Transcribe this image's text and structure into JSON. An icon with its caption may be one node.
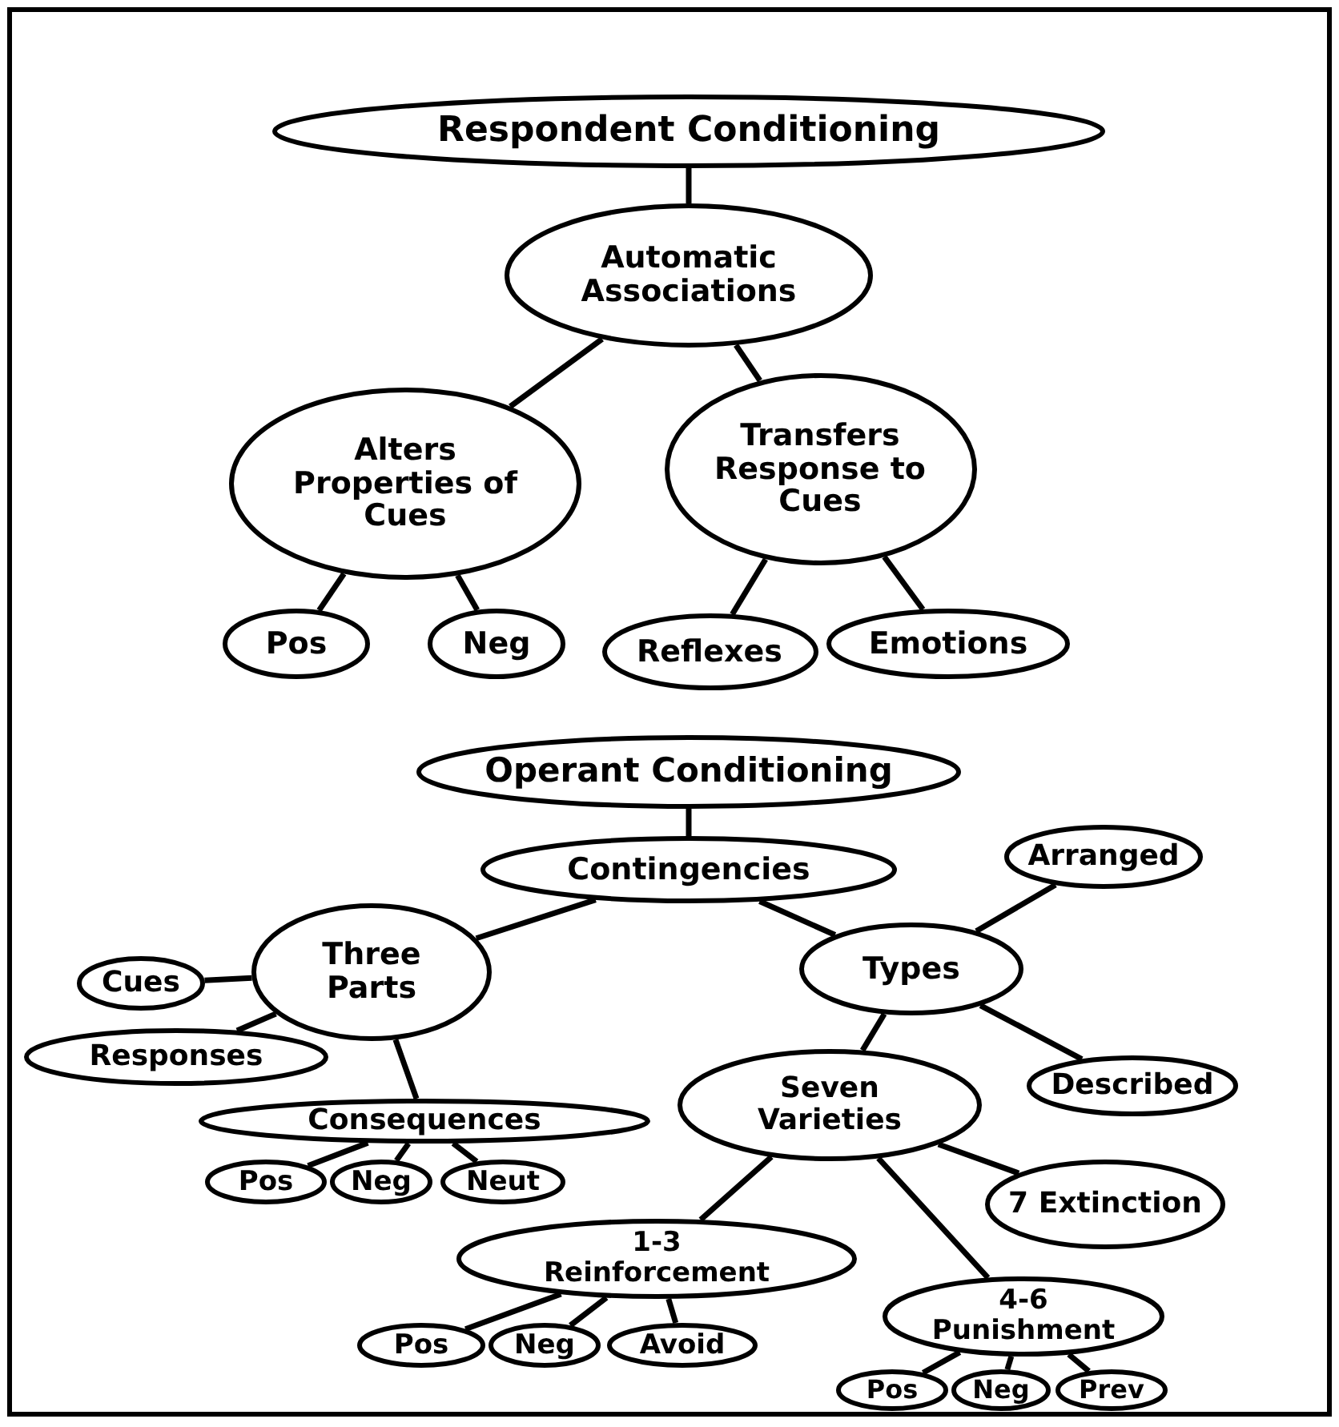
{
  "diagram": {
    "nodes": [
      {
        "text": [
          "Respondent Conditioning"
        ]
      },
      {
        "text": [
          "Automatic Associations"
        ]
      },
      {
        "text": [
          "Alters Properties of Cues"
        ]
      },
      {
        "text": [
          "Transfers Response to Cues"
        ]
      },
      {
        "text": [
          "Pos"
        ]
      },
      {
        "text": [
          "Neg"
        ]
      },
      {
        "text": [
          "Reflexes"
        ]
      },
      {
        "text": [
          "Emotions"
        ]
      },
      {
        "text": [
          "Operant Conditioning"
        ]
      },
      {
        "text": [
          "Contingencies"
        ]
      },
      {
        "text": [
          "Arranged"
        ]
      },
      {
        "text": [
          "Three Parts"
        ]
      },
      {
        "text": [
          "Types"
        ]
      },
      {
        "text": [
          "Cues"
        ]
      },
      {
        "text": [
          "Responses"
        ]
      },
      {
        "text": [
          "Described"
        ]
      },
      {
        "text": [
          "Seven Varieties"
        ]
      },
      {
        "text": [
          "Consequences"
        ]
      },
      {
        "text": [
          "7 Extinction"
        ]
      },
      {
        "text": [
          "Pos"
        ]
      },
      {
        "text": [
          "Neg"
        ]
      },
      {
        "text": [
          "Neut"
        ]
      },
      {
        "text": [
          "1-3 Reinforcement"
        ]
      },
      {
        "text": [
          "4-6 Punishment"
        ]
      },
      {
        "text": [
          "Pos"
        ]
      },
      {
        "text": [
          "Neg"
        ]
      },
      {
        "text": [
          "Avoid"
        ]
      },
      {
        "text": [
          "Pos"
        ]
      },
      {
        "text": [
          "Neg"
        ]
      },
      {
        "text": [
          "Prev"
        ]
      }
    ],
    "edges": [
      {
        "from": 0,
        "to": 1,
        "arrow": "none"
      },
      {
        "from": 1,
        "to": 2,
        "arrow": "none"
      },
      {
        "from": 1,
        "to": 3,
        "arrow": "none"
      },
      {
        "from": 2,
        "to": 4,
        "arrow": "none"
      },
      {
        "from": 2,
        "to": 5,
        "arrow": "none"
      },
      {
        "from": 3,
        "to": 6,
        "arrow": "none"
      },
      {
        "from": 3,
        "to": 7,
        "arrow": "none"
      },
      {
        "from": 8,
        "to": 9,
        "arrow": "none"
      },
      {
        "from": 9,
        "to": 11,
        "arrow": "none"
      },
      {
        "from": 9,
        "to": 12,
        "arrow": "none"
      },
      {
        "from": 12,
        "to": 10,
        "arrow": "none"
      },
      {
        "from": 11,
        "to": 13,
        "arrow": "none"
      },
      {
        "from": 11,
        "to": 14,
        "arrow": "none"
      },
      {
        "from": 11,
        "to": 17,
        "arrow": "none"
      },
      {
        "from": 12,
        "to": 15,
        "arrow": "none"
      },
      {
        "from": 12,
        "to": 16,
        "arrow": "none"
      },
      {
        "from": 17,
        "to": 19,
        "arrow": "none"
      },
      {
        "from": 17,
        "to": 20,
        "arrow": "none"
      },
      {
        "from": 17,
        "to": 21,
        "arrow": "none"
      },
      {
        "from": 16,
        "to": 18,
        "arrow": "none"
      },
      {
        "from": 16,
        "to": 22,
        "arrow": "none"
      },
      {
        "from": 16,
        "to": 23,
        "arrow": "none"
      },
      {
        "from": 22,
        "to": 24,
        "arrow": "none"
      },
      {
        "from": 22,
        "to": 25,
        "arrow": "none"
      },
      {
        "from": 22,
        "to": 26,
        "arrow": "none"
      },
      {
        "from": 23,
        "to": 27,
        "arrow": "none"
      },
      {
        "from": 23,
        "to": 28,
        "arrow": "none"
      },
      {
        "from": 23,
        "to": 29,
        "arrow": "none"
      }
    ]
  }
}
